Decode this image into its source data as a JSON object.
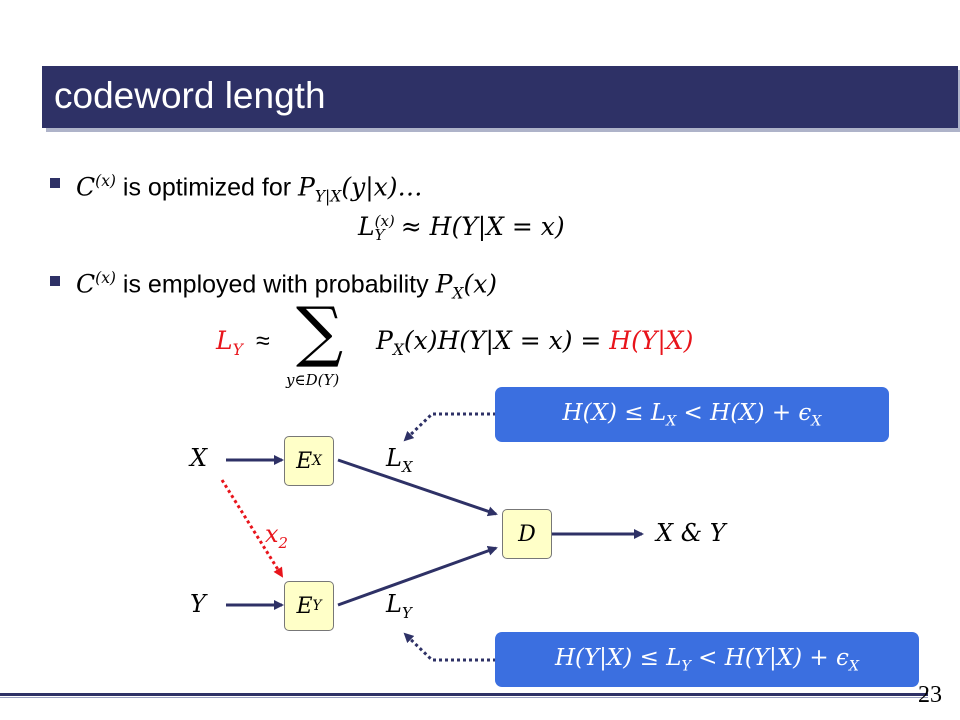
{
  "slide": {
    "title": "codeword length",
    "page_number": "23"
  },
  "bullets": [
    {
      "math": "C",
      "sup": "(x)",
      "text": " is optimized for ",
      "math2": "P",
      "sub2": "Y|X",
      "tail": "(y|x)…"
    },
    {
      "math": "C",
      "sup": "(x)",
      "text": " is employed with probability ",
      "math2": "P",
      "sub2": "X",
      "tail": "(x)"
    }
  ],
  "equations": {
    "approx_left": "L",
    "approx_left_sub": "Y",
    "approx_left_sup": "(x)",
    "approx_right": "≈ H(Y|X = x)",
    "sum_lhs": "L",
    "sum_lhs_sub": "Y",
    "sum_op": "≈",
    "sum_symbol": "∑",
    "sum_index": "y∈D(Y)",
    "sum_term": "P",
    "sum_term_sub": "X",
    "sum_term_tail": "(x)H(Y|X = x) = ",
    "sum_result": "H(Y|X)"
  },
  "diagram": {
    "input_x": "X",
    "input_y": "Y",
    "encoder_x": "E",
    "encoder_x_sub": "X",
    "encoder_y": "E",
    "encoder_y_sub": "Y",
    "decoder": "D",
    "rate_x": "L",
    "rate_x_sub": "X",
    "rate_y": "L",
    "rate_y_sub": "Y",
    "side_info": "x",
    "side_info_sub": "2",
    "output": "X & Y",
    "bound_x": "H(X) ≤ L_X < H(X) + ϵ_X",
    "bound_y": "H(Y|X) ≤ L_Y < H(Y|X) + ϵ_X"
  },
  "colors": {
    "title_bar": "#2e3166",
    "bound_box": "#3b6fe0",
    "node_fill": "#ffffc8",
    "highlight_red": "#e8141b"
  }
}
